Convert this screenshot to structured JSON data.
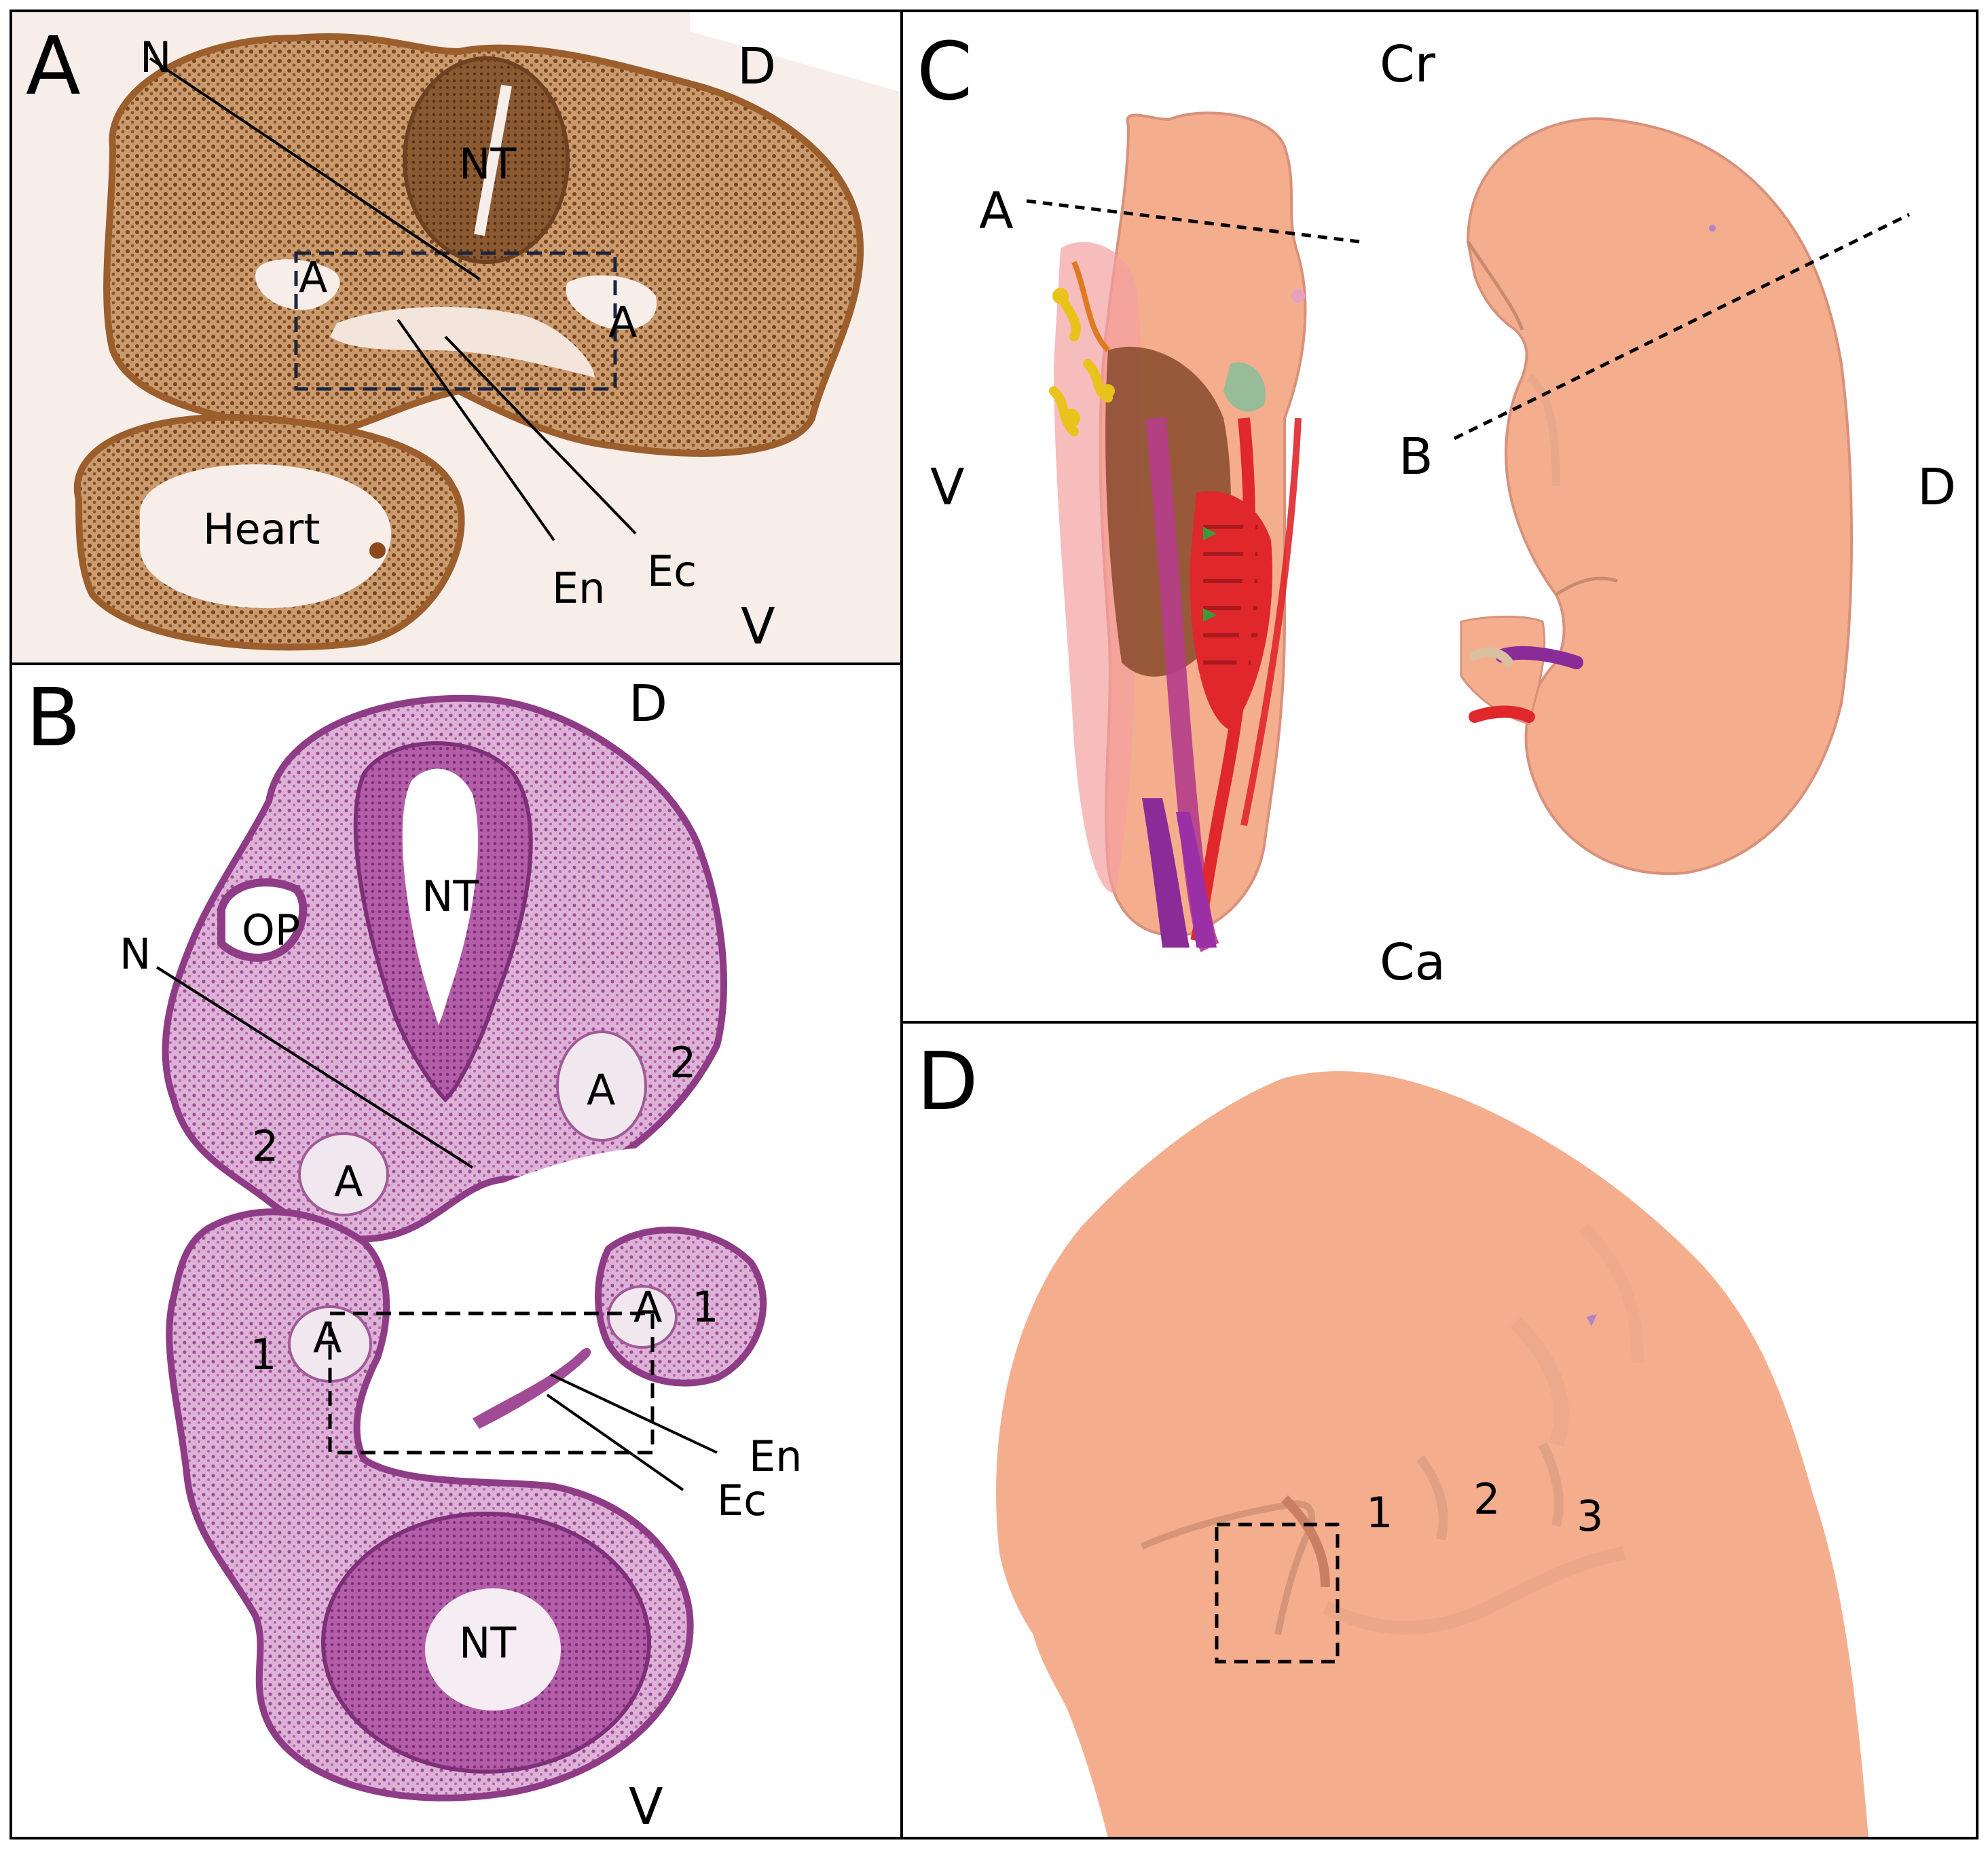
{
  "panels": {
    "a": {
      "letter": "A",
      "orient": {
        "dorsal": "D",
        "ventral": "V"
      },
      "labels": {
        "notochord": "N",
        "neural_tube": "NT",
        "artery_left": "A",
        "artery_right": "A",
        "heart": "Heart",
        "endoderm": "En",
        "ectoderm": "Ec"
      }
    },
    "b": {
      "letter": "B",
      "orient": {
        "dorsal": "D",
        "ventral": "V"
      },
      "labels": {
        "neural_tube_top": "NT",
        "otic_pit": "OP",
        "notochord": "N",
        "artery_upper_right": "A",
        "artery_upper_left": "A",
        "arch2_right": "2",
        "arch2_left": "2",
        "artery_lower_left": "A",
        "artery_lower_right": "A",
        "arch1_left": "1",
        "arch1_right": "1",
        "endoderm": "En",
        "ectoderm": "Ec",
        "neural_tube_bottom": "NT"
      }
    },
    "c": {
      "letter": "C",
      "orient": {
        "cranial": "Cr",
        "caudal": "Ca",
        "ventral": "V",
        "dorsal": "D"
      },
      "labels": {
        "plane_a": "A",
        "plane_b": "B"
      }
    },
    "d": {
      "letter": "D",
      "labels": {
        "arch1": "1",
        "arch2": "2",
        "arch3": "3"
      }
    }
  },
  "colors": {
    "panel_a_tissue": "#a86a34",
    "panel_a_background": "#f7eeea",
    "panel_b_tissue": "#b25aa8",
    "panel_b_background": "#ffffff",
    "embryo_surface": "#f4ae8e",
    "artery_red": "#e0272b",
    "vein_purple": "#8a2c98",
    "nerve_yellow": "#e9c21c",
    "dashed_box": "#1a2440"
  }
}
